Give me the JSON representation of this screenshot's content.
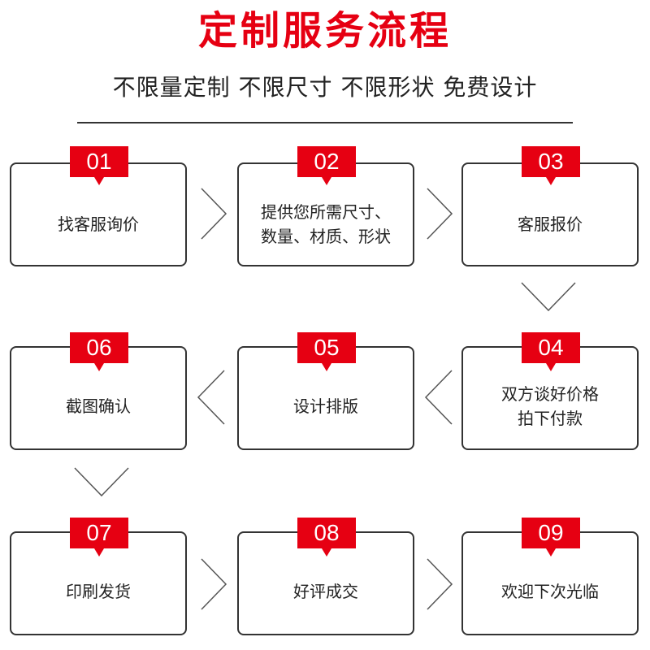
{
  "header": {
    "title": "定制服务流程",
    "subtitle": "不限量定制 不限尺寸 不限形状 免费设计"
  },
  "steps": [
    {
      "number": "01",
      "label": "找客服询价"
    },
    {
      "number": "02",
      "label": "提供您所需尺寸、\n数量、材质、形状"
    },
    {
      "number": "03",
      "label": "客服报价"
    },
    {
      "number": "04",
      "label": "双方谈好价格\n拍下付款"
    },
    {
      "number": "05",
      "label": "设计排版"
    },
    {
      "number": "06",
      "label": "截图确认"
    },
    {
      "number": "07",
      "label": "印刷发货"
    },
    {
      "number": "08",
      "label": "好评成交"
    },
    {
      "number": "09",
      "label": "欢迎下次光临"
    }
  ],
  "colors": {
    "accent": "#e60012",
    "border": "#333333",
    "text": "#222222"
  },
  "icons": {
    "arrow_right": "chevron-right-icon",
    "arrow_left": "chevron-left-icon",
    "arrow_down": "chevron-down-icon"
  }
}
